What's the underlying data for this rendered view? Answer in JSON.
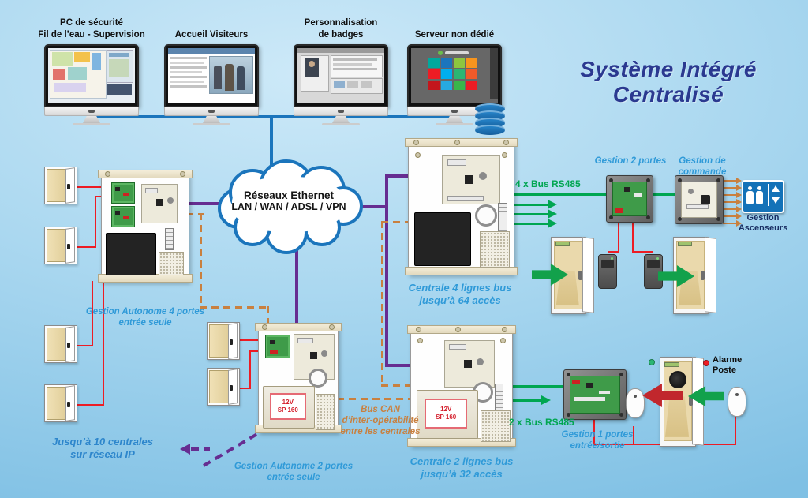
{
  "title": "Système Intégré\nCentralisé",
  "colors": {
    "ethernet_blue": "#1b75bc",
    "ip_purple": "#662d91",
    "wire_red": "#ed1c24",
    "bus_green": "#00a651",
    "can_tan": "#c9803f",
    "label_cyan": "#2f9ad8",
    "title_navy": "#2b3990"
  },
  "workstations": [
    {
      "label": "PC de sécurité\nFil de l’eau - Supervision",
      "screen": "floorplan-map"
    },
    {
      "label": "Accueil Visiteurs",
      "screen": "visitor-list-photo"
    },
    {
      "label": "Personnalisation\nde badges",
      "screen": "badge-editor"
    },
    {
      "label": "Serveur non dédié",
      "screen": "tile-dashboard"
    }
  ],
  "cloud": {
    "line1": "Réseaux Ethernet",
    "line2": "LAN / WAN / ADSL / VPN"
  },
  "buses": {
    "rs485_x4": "4 x Bus RS485",
    "rs485_x2": "2 x Bus RS485",
    "bus_can": "Bus CAN\nd’inter-opérabilité\nentre les centrales",
    "ip_note": "Jusqu’à 10 centrales\nsur réseau IP"
  },
  "units": {
    "panel_4p": {
      "label": "Gestion Autonome 4 portes\nentrée seule"
    },
    "panel_2p": {
      "label": "Gestion Autonome 2 portes\nentrée seule",
      "battery": "12V\nSP 160"
    },
    "centrale_4": {
      "label": "Centrale 4 lignes bus\njusqu’à 64 accès"
    },
    "centrale_2": {
      "label": "Centrale 2 lignes bus\njusqu’à 32 accès",
      "battery": "12V\nSP 160"
    },
    "module_2doors": {
      "label": "Gestion 2 portes"
    },
    "module_command": {
      "label": "Gestion de commande"
    },
    "module_1door": {
      "label": "Gestion 1 portes\nentrée/sortie"
    },
    "elevator": {
      "label": "Gestion\nAscenseurs"
    },
    "alarm": {
      "label": "Alarme\nPoste"
    }
  }
}
